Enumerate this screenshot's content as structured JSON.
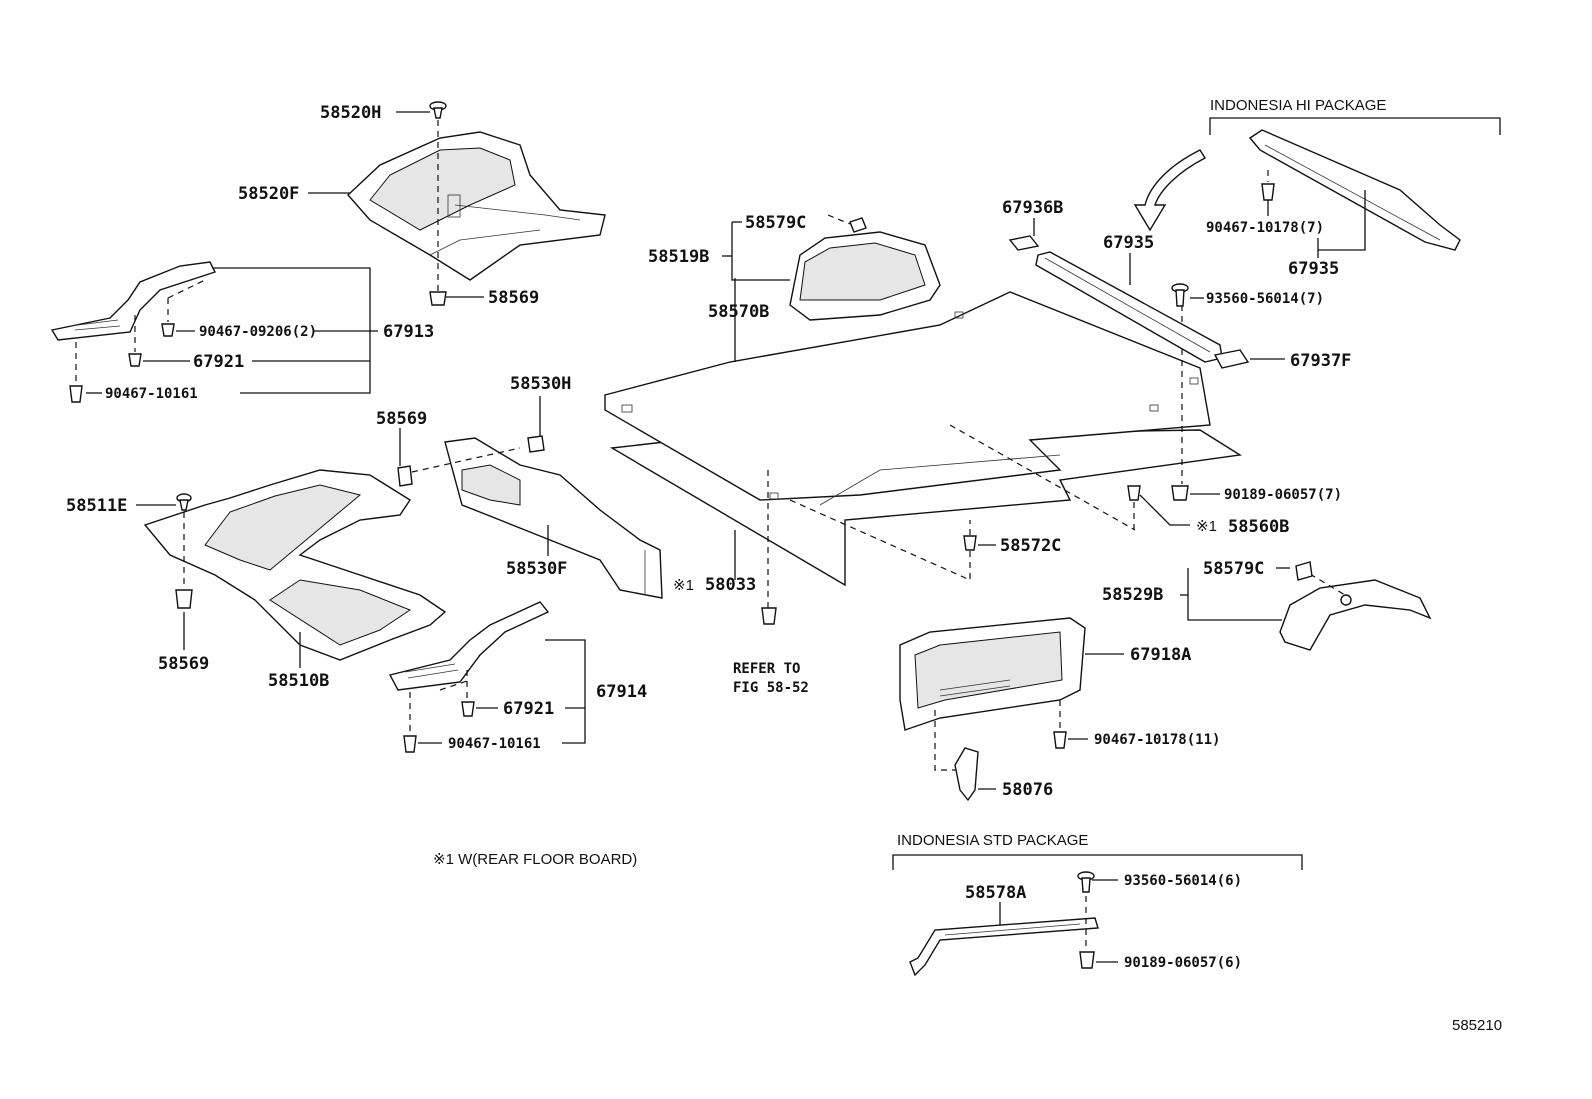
{
  "labels": {
    "l58520H": "58520H",
    "l58520F": "58520F",
    "l58569a": "58569",
    "l67913": "67913",
    "l90467_09206": "90467-09206(2)",
    "l67921a": "67921",
    "l90467_10161a": "90467-10161",
    "l58569b": "58569",
    "l58530H": "58530H",
    "l58511E": "58511E",
    "l58530F": "58530F",
    "l58569c": "58569",
    "l58510B": "58510B",
    "l67914": "67914",
    "l67921b": "67921",
    "l90467_10161b": "90467-10161",
    "l58579Ca": "58579C",
    "l58519B": "58519B",
    "l58570B": "58570B",
    "l58033": "58033",
    "l58572C": "58572C",
    "l67936B": "67936B",
    "l67935a": "67935",
    "l93560_56014_7": "93560-56014(7)",
    "l67937F": "67937F",
    "l90189_06057_7": "90189-06057(7)",
    "l58560B": "58560B",
    "l90467_10178_7": "90467-10178(7)",
    "l67935b": "67935",
    "l58579Cb": "58579C",
    "l58529B": "58529B",
    "l67918A": "67918A",
    "l90467_10178_11": "90467-10178(11)",
    "l58076": "58076",
    "l58578A": "58578A",
    "l93560_56014_6": "93560-56014(6)",
    "l90189_06057_6": "90189-06057(6)"
  },
  "ref_mark": "※1",
  "refer_note": {
    "line1": "REFER TO",
    "line2": "FIG 58-52"
  },
  "packages": {
    "hi": "INDONESIA HI PACKAGE",
    "std": "INDONESIA STD PACKAGE"
  },
  "footnote": "※1 W(REAR FLOOR BOARD)",
  "diagram_id": "585210"
}
